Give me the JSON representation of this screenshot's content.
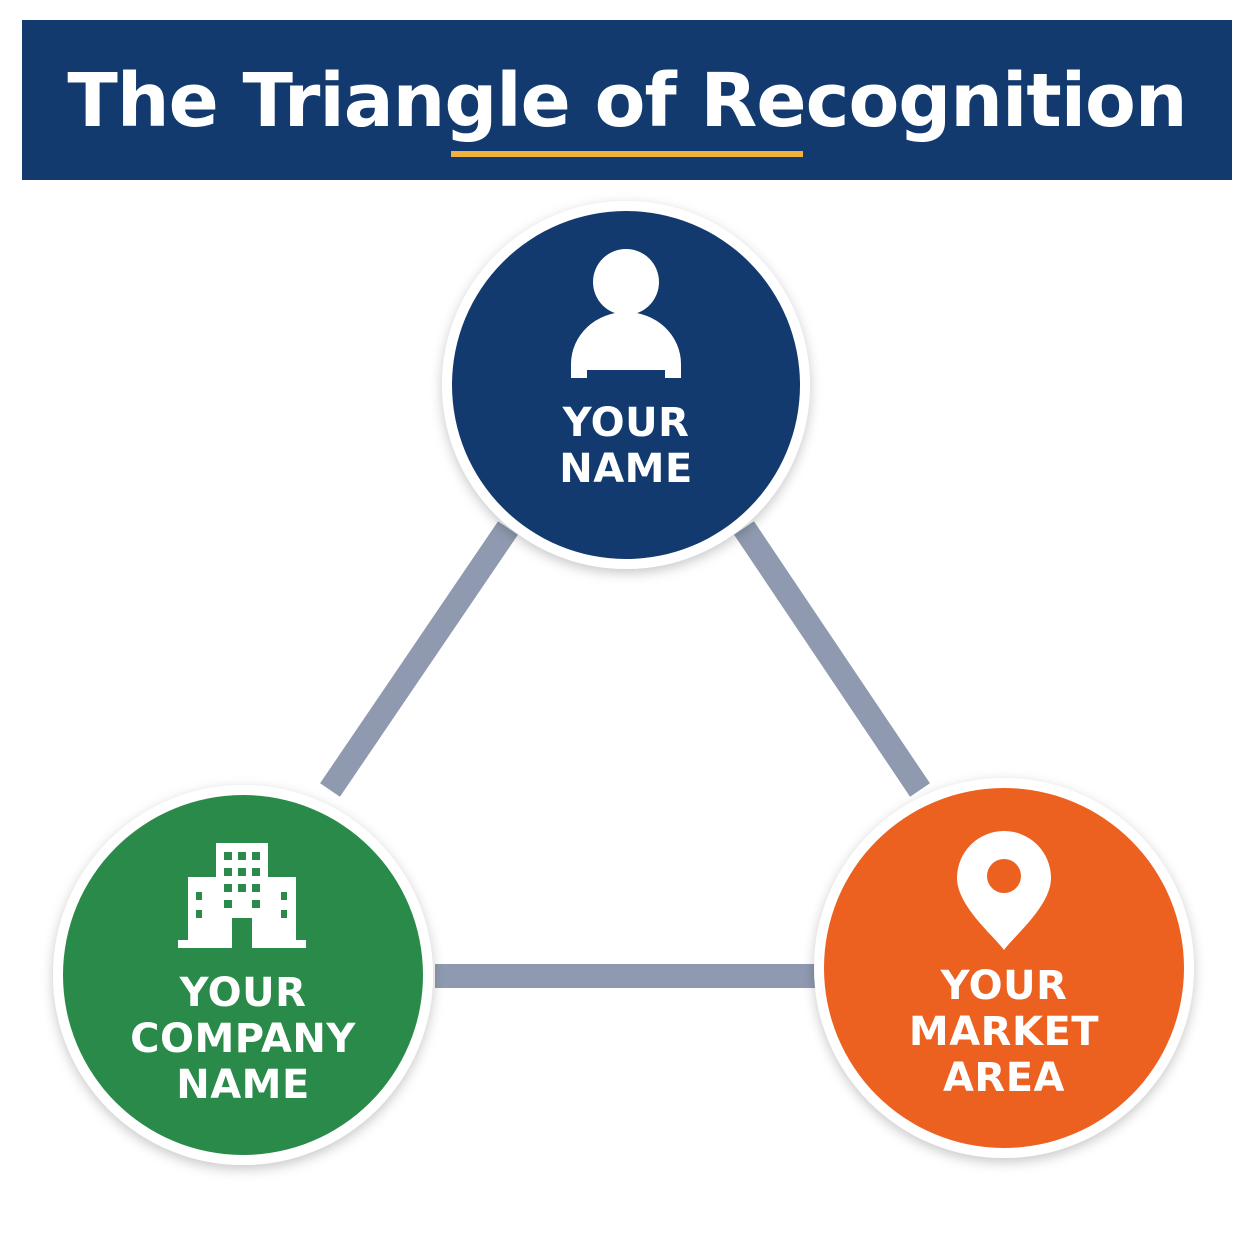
{
  "title": "The Triangle of Recognition",
  "colors": {
    "header_bg": "#123a6e",
    "title_accent": "#f0b23a",
    "connector": "#8f9ab0",
    "name_node": "#123a6e",
    "company_node": "#2a8a49",
    "market_node": "#ec6020"
  },
  "nodes": {
    "name": {
      "icon": "person-icon",
      "lines": [
        "YOUR",
        "NAME"
      ]
    },
    "company": {
      "icon": "building-icon",
      "lines": [
        "YOUR",
        "COMPANY",
        "NAME"
      ]
    },
    "market": {
      "icon": "location-pin-icon",
      "lines": [
        "YOUR",
        "MARKET",
        "AREA"
      ]
    }
  }
}
